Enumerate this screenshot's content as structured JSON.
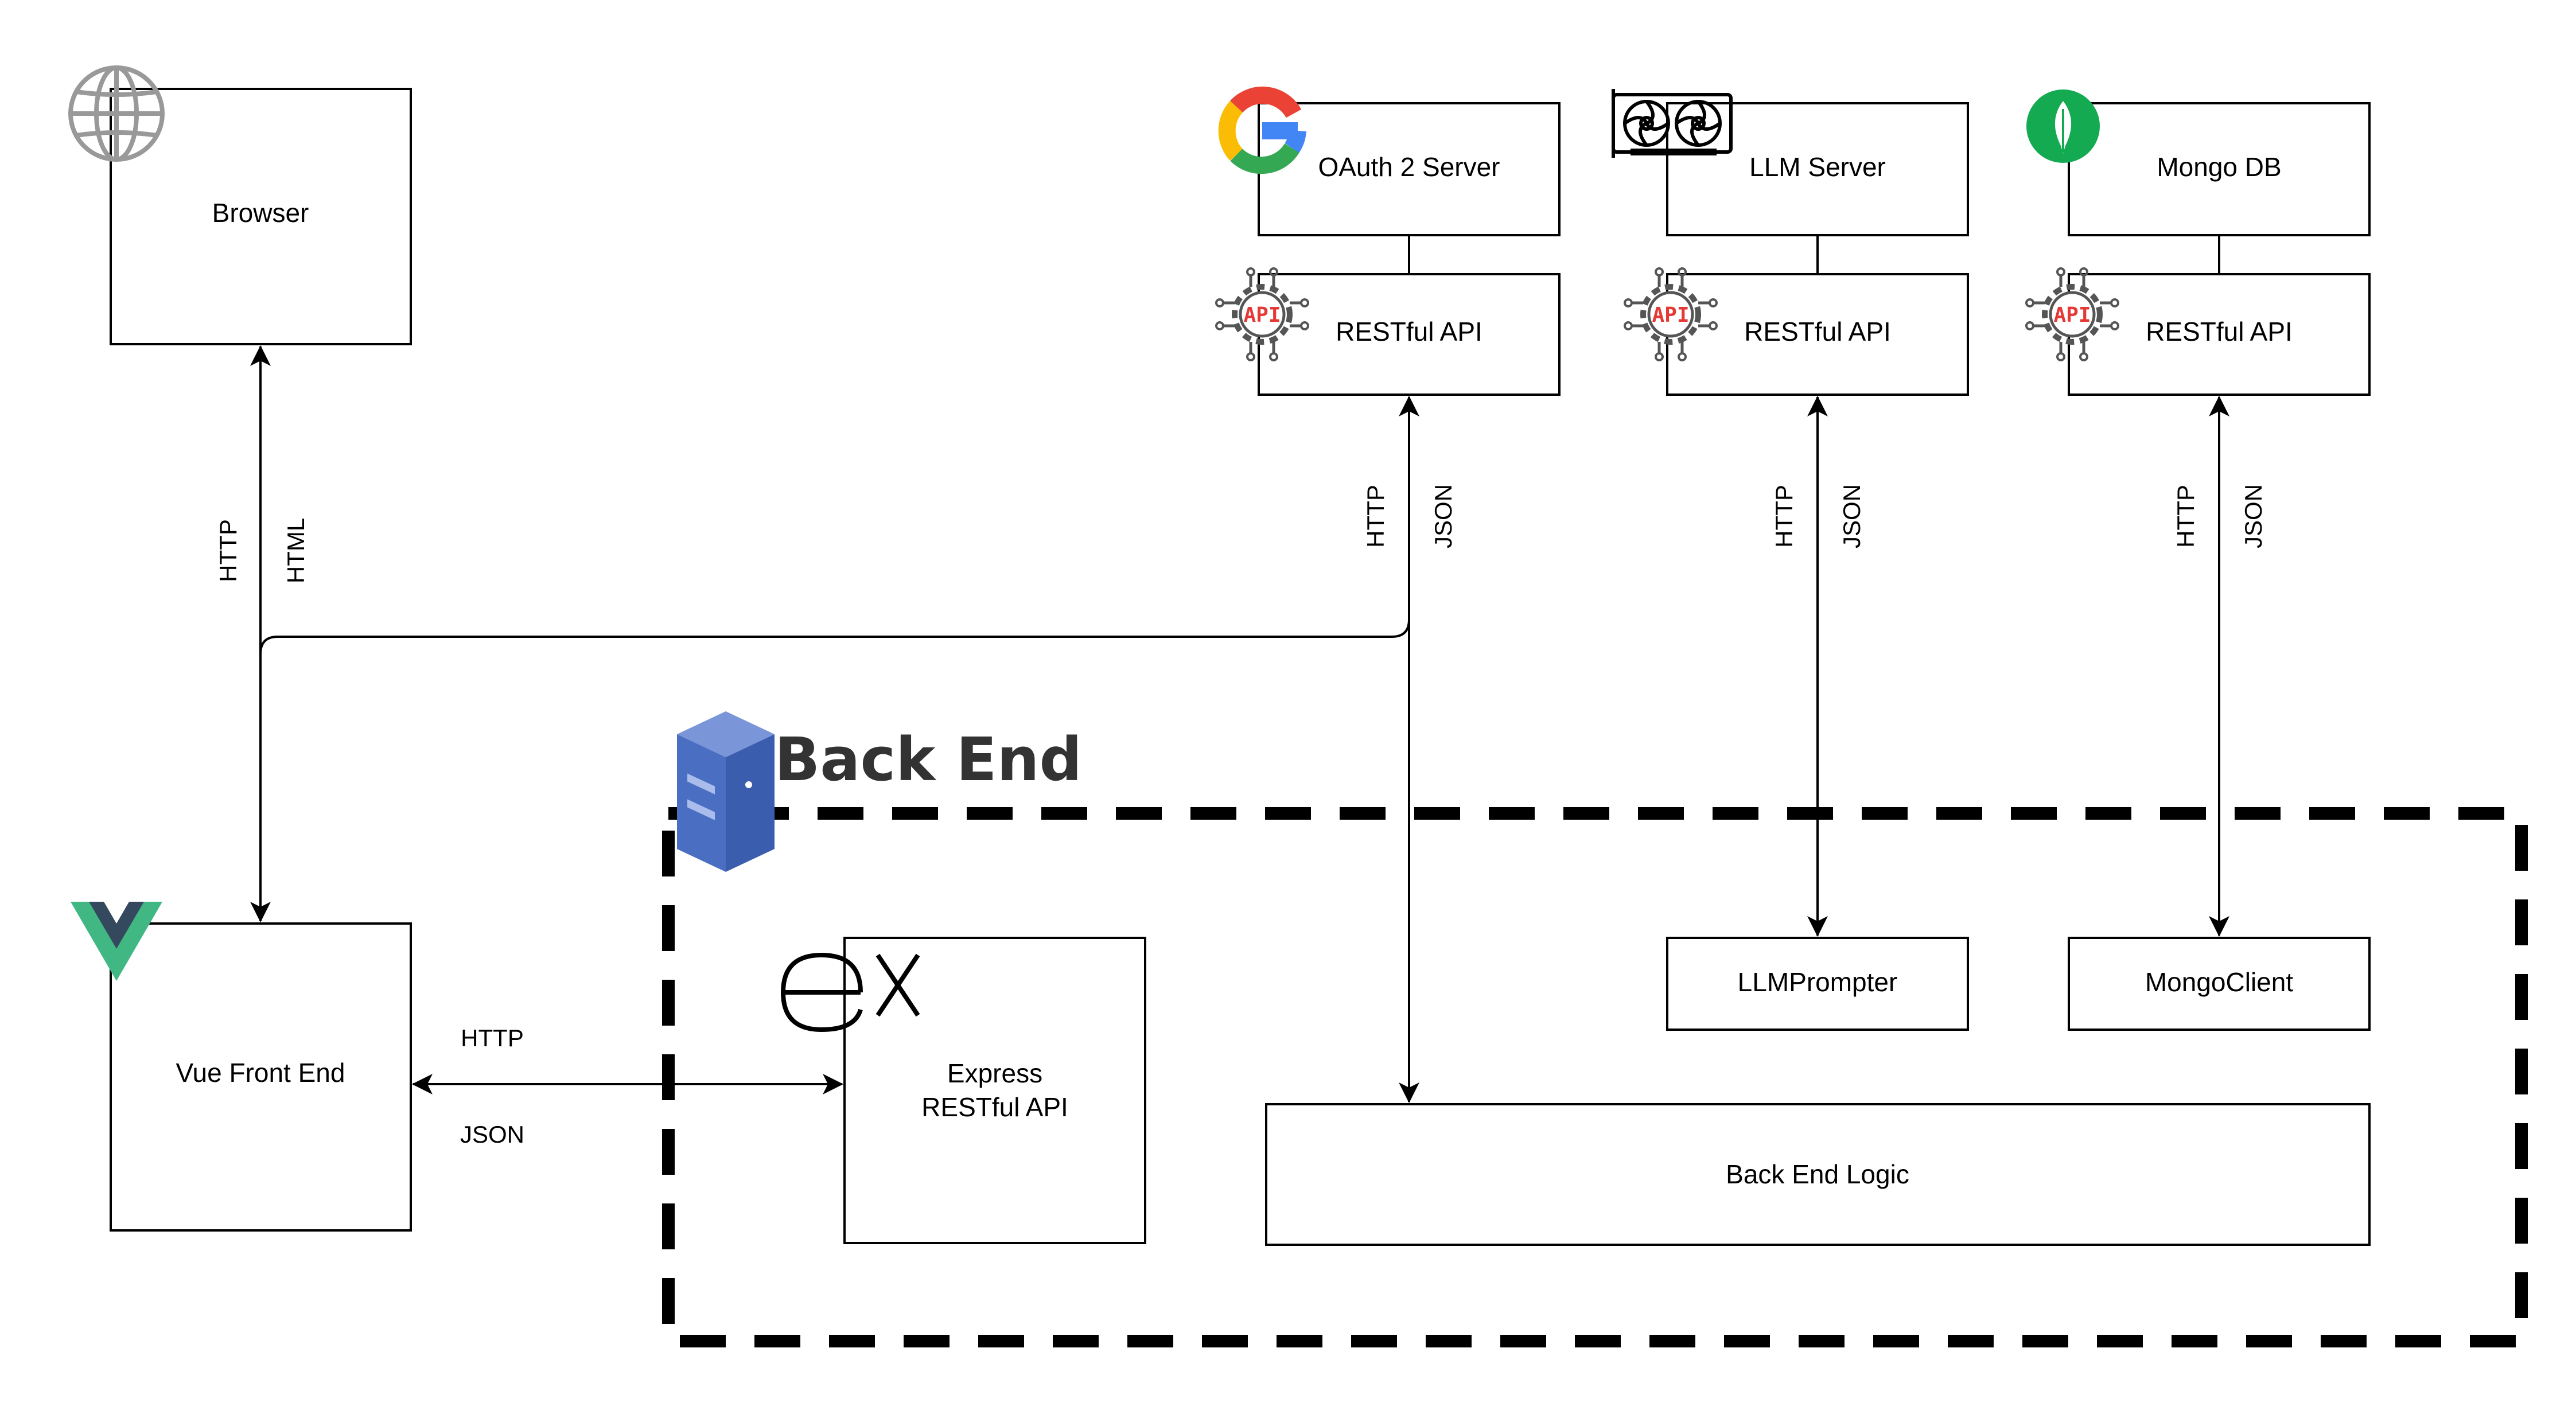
{
  "nodes": {
    "browser": "Browser",
    "oauth": "OAuth 2 Server",
    "llm_server": "LLM Server",
    "mongo_db": "Mongo DB",
    "api_oauth": "RESTful API",
    "api_llm": "RESTful API",
    "api_mongo": "RESTful API",
    "vue": "Vue Front End",
    "express_line1": "Express",
    "express_line2": "RESTful API",
    "llm_prompter": "LLMPrompter",
    "mongo_client": "MongoClient",
    "back_end_logic": "Back End Logic"
  },
  "group": {
    "title": "Back End"
  },
  "edges": {
    "browser_http": "HTTP",
    "browser_html": "HTML",
    "oauth_http": "HTTP",
    "oauth_json": "JSON",
    "llm_http": "HTTP",
    "llm_json": "JSON",
    "mongo_http": "HTTP",
    "mongo_json": "JSON",
    "express_http": "HTTP",
    "express_json": "JSON"
  },
  "icons": {
    "browser": "globe-icon",
    "oauth": "google-icon",
    "llm": "gpu-card-icon",
    "mongo": "mongodb-leaf-icon",
    "api": "api-gear-icon",
    "vue": "vue-logo-icon",
    "express": "express-logo-icon",
    "backend": "server-icon"
  },
  "colors": {
    "google_blue": "#4285F4",
    "google_red": "#EA4335",
    "google_yellow": "#FBBC05",
    "google_green": "#34A853",
    "mongo_green": "#13AA52",
    "vue_green": "#41B883",
    "vue_dark": "#35495E",
    "server_blue": "#4A6FC2",
    "api_red": "#E53935"
  }
}
